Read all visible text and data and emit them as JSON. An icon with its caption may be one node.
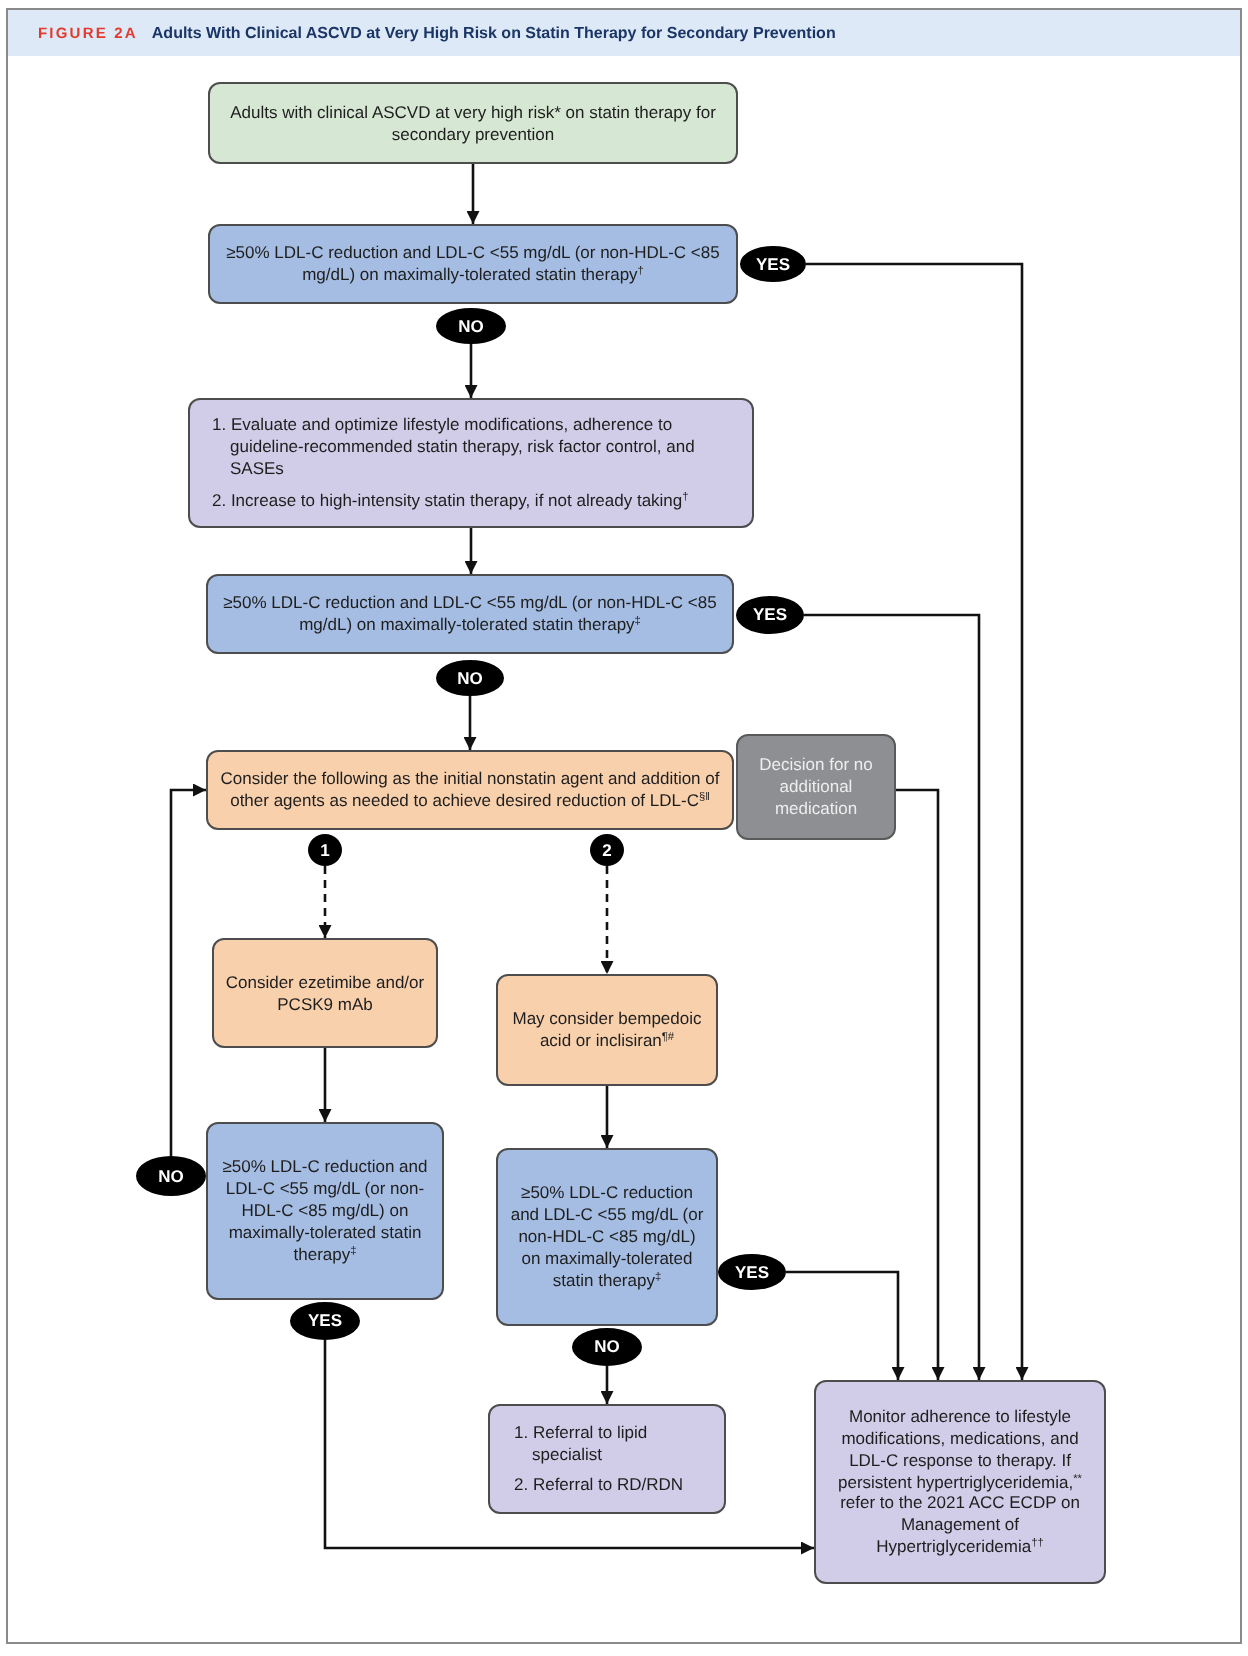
{
  "diagram": {
    "title": "Adults With Clinical ASCVD at Very High Risk on Statin Therapy for Secondary Prevention",
    "labels": [
      "FIGURE 2A"
    ],
    "nodes": [
      {
        "text": [
          "Adults with clinical ASCVD at very high risk* on statin therapy for secondary prevention"
        ]
      },
      {
        "text": [
          "≥50% LDL-C reduction and LDL-C <55 mg/dL (or non-HDL-C <85 mg/dL) on maximally-tolerated statin therapy$^{†}$"
        ]
      },
      {
        "text": [
          "YES"
        ]
      },
      {
        "text": [
          "NO"
        ]
      },
      {
        "text": [
          "1. Evaluate and optimize lifestyle modifications, adherence to guideline-recommended statin therapy, risk factor control, and SASEs",
          "2. Increase to high-intensity statin therapy, if not already taking$^{†}$"
        ]
      },
      {
        "text": [
          "≥50% LDL-C reduction and LDL-C <55 mg/dL (or non-HDL-C <85 mg/dL) on maximally-tolerated statin therapy$^{‡}$"
        ]
      },
      {
        "text": [
          "YES"
        ]
      },
      {
        "text": [
          "NO"
        ]
      },
      {
        "text": [
          "Consider the following as the initial nonstatin agent and addition of other agents as needed to achieve desired reduction of LDL-C$^{§‖}$"
        ]
      },
      {
        "text": [
          "Decision for no additional medication"
        ]
      },
      {
        "text": [
          "1"
        ]
      },
      {
        "text": [
          "2"
        ]
      },
      {
        "text": [
          "Consider ezetimibe and/or PCSK9 mAb"
        ]
      },
      {
        "text": [
          "May consider bempedoic acid or inclisiran$^{¶#}$"
        ]
      },
      {
        "text": [
          "NO"
        ]
      },
      {
        "text": [
          "≥50% LDL-C reduction and LDL-C <55 mg/dL (or non-HDL-C <85 mg/dL) on maximally-tolerated statin therapy$^{‡}$"
        ]
      },
      {
        "text": [
          "≥50% LDL-C reduction and LDL-C <55 mg/dL (or non-HDL-C <85 mg/dL) on maximally-tolerated statin therapy$^{‡}$"
        ]
      },
      {
        "text": [
          "YES"
        ]
      },
      {
        "text": [
          "YES"
        ]
      },
      {
        "text": [
          "NO"
        ]
      },
      {
        "text": [
          "1. Referral to lipid specialist",
          "2. Referral to RD/RDN"
        ]
      },
      {
        "text": [
          "Monitor adherence to lifestyle modifications, medications, and LDL-C response to therapy. If persistent hypertriglyceridemia,$^{**}$ refer to the 2021 ACC ECDP on Management of Hypertriglyceridemia$^{††}$"
        ]
      }
    ],
    "edges": [
      {
        "from": 0,
        "to": 1,
        "arrow": "to"
      },
      {
        "from": 2,
        "to": 21,
        "arrow": "to"
      },
      {
        "from": 3,
        "to": 4,
        "arrow": "to"
      },
      {
        "from": 4,
        "to": 5,
        "arrow": "to"
      },
      {
        "from": 6,
        "to": 21,
        "arrow": "to"
      },
      {
        "from": 7,
        "to": 8,
        "arrow": "to"
      },
      {
        "from": 9,
        "to": 21,
        "arrow": "to"
      },
      {
        "from": 10,
        "to": 12,
        "arrow": "to",
        "style": "dashed"
      },
      {
        "from": 11,
        "to": 13,
        "arrow": "to",
        "style": "dashed"
      },
      {
        "from": 12,
        "to": 15,
        "arrow": "to"
      },
      {
        "from": 13,
        "to": 16,
        "arrow": "to"
      },
      {
        "from": 14,
        "to": 8,
        "arrow": "to"
      },
      {
        "from": 18,
        "to": 21,
        "arrow": "to"
      },
      {
        "from": 17,
        "to": 21,
        "arrow": "to"
      },
      {
        "from": 19,
        "to": 20,
        "arrow": "to"
      }
    ]
  }
}
